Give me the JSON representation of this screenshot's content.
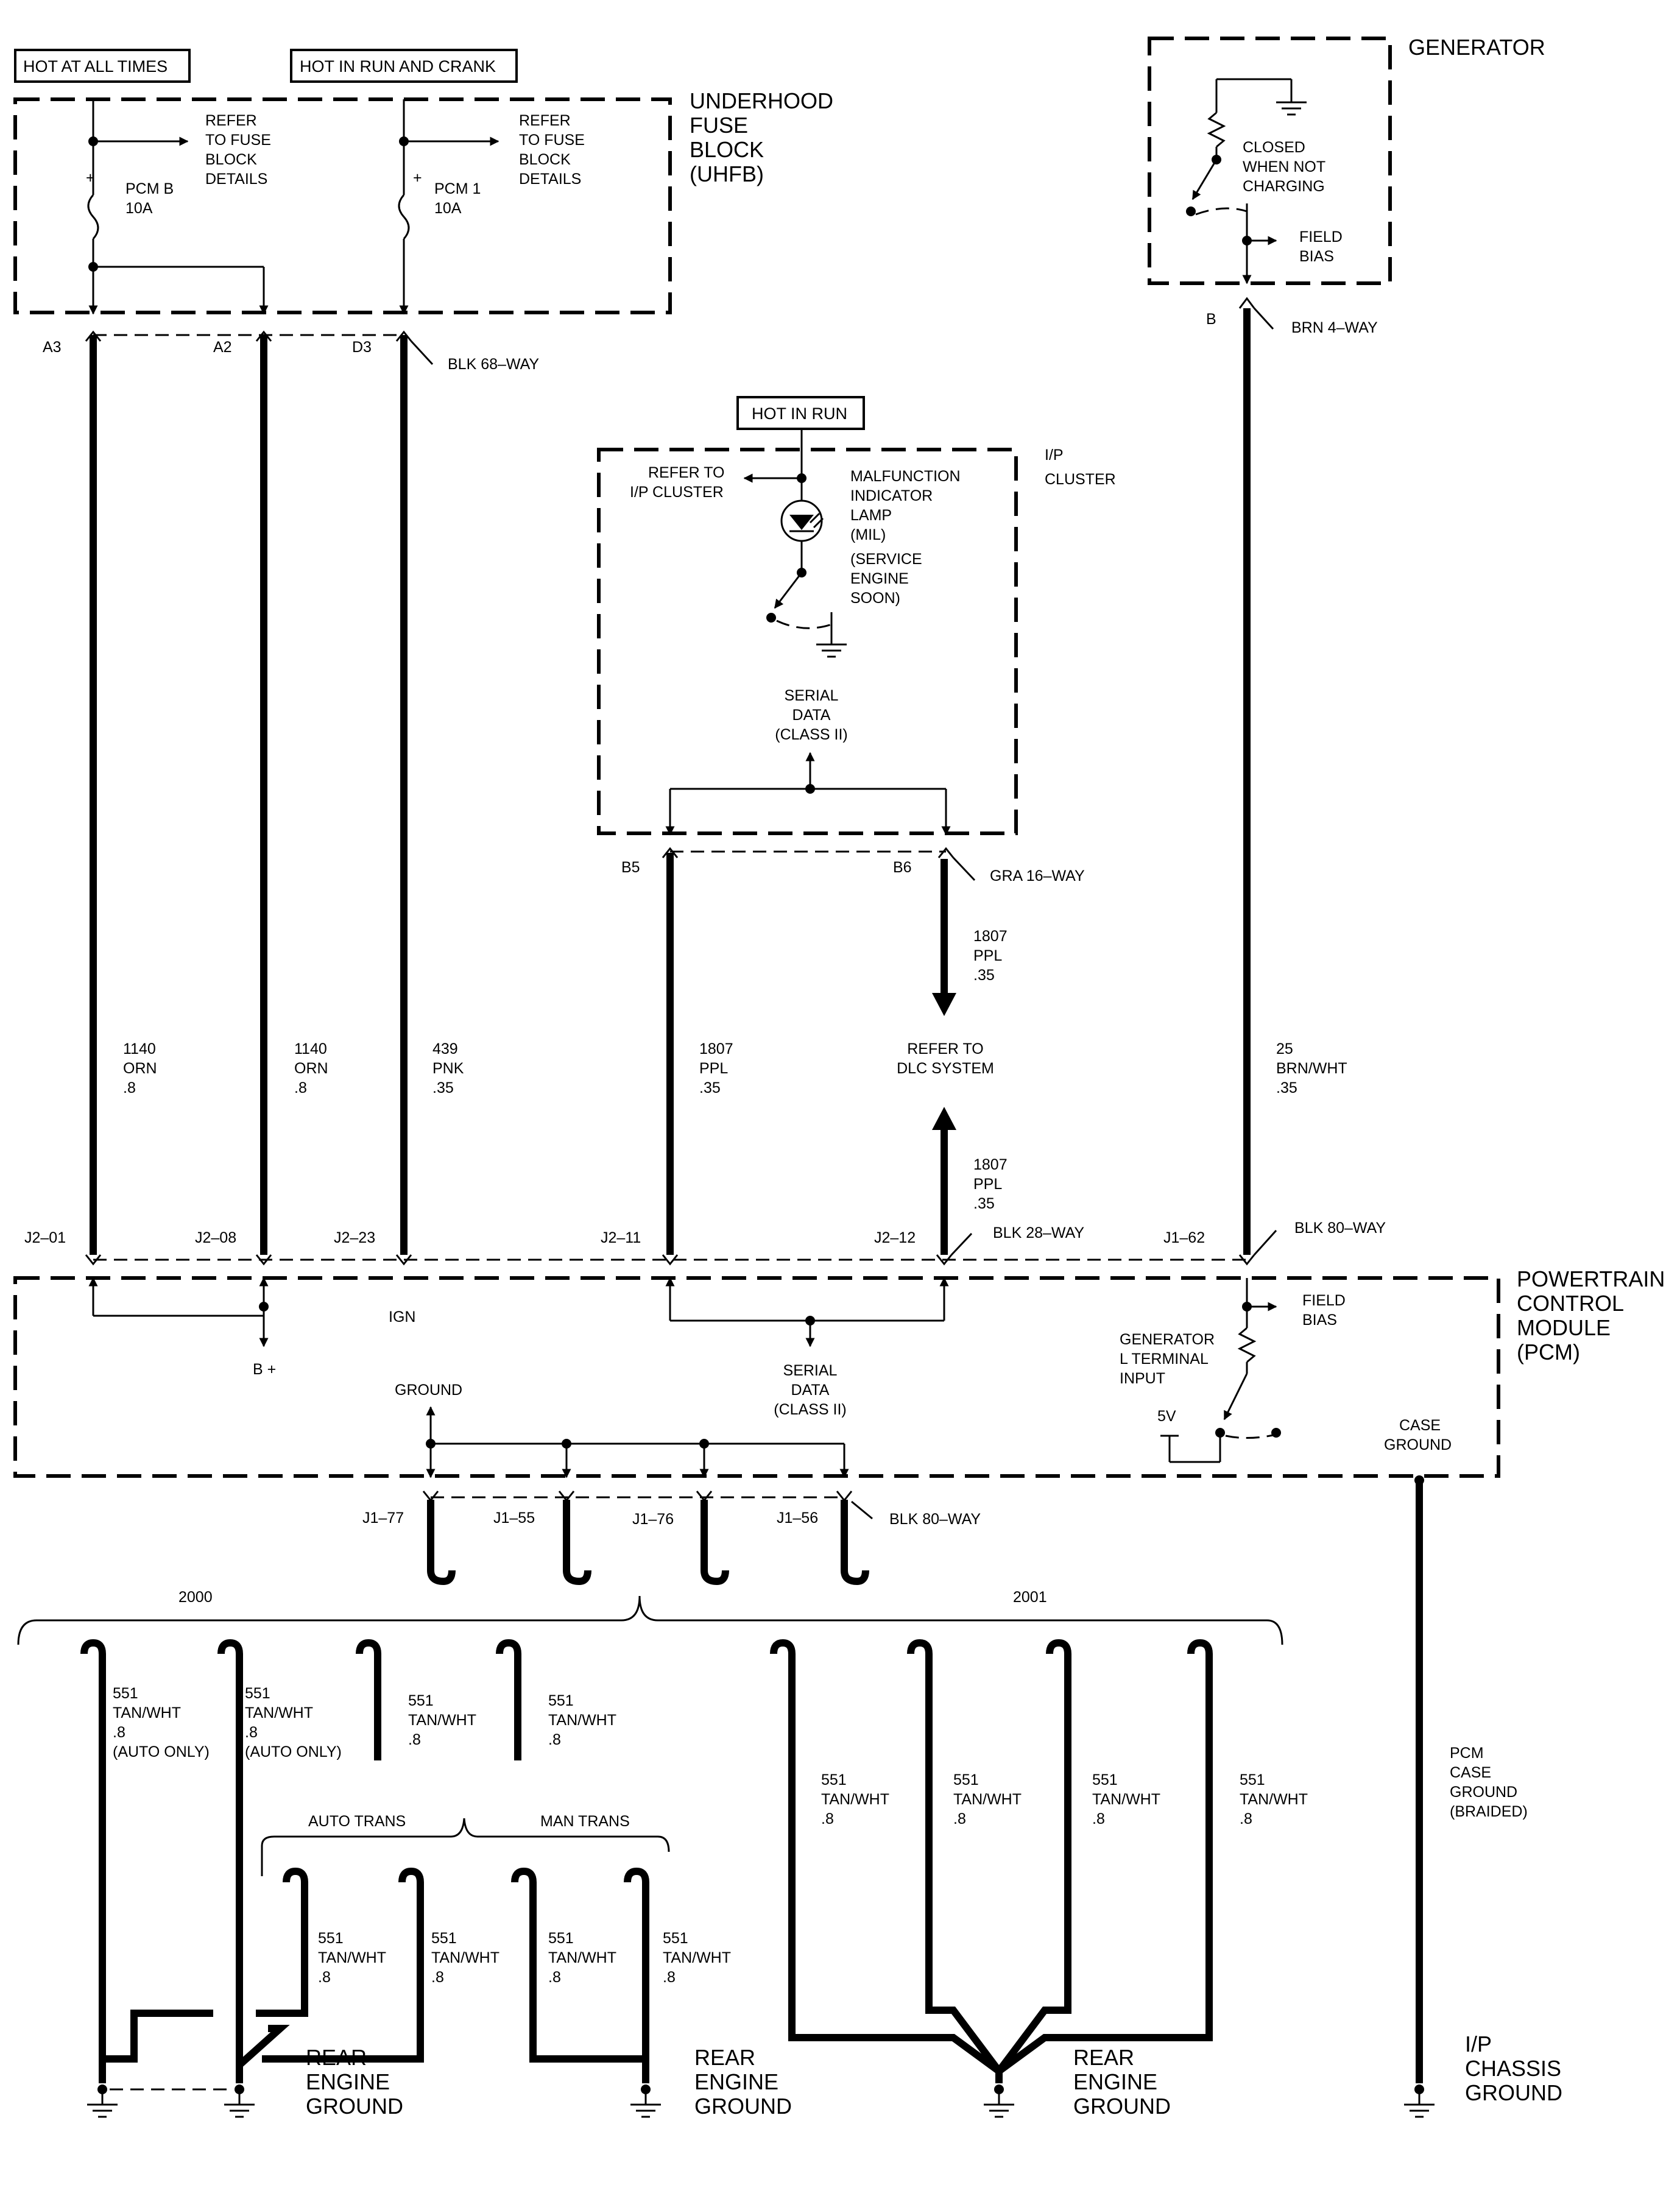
{
  "boxes": {
    "hot_always": "HOT AT ALL TIMES",
    "hot_run_crank": "HOT IN RUN AND CRANK",
    "hot_run": "HOT IN RUN"
  },
  "uhfb": {
    "title": [
      "UNDERHOOD",
      "FUSE",
      "BLOCK",
      "(UHFB)"
    ],
    "refer1": [
      "REFER",
      "TO FUSE",
      "BLOCK",
      "DETAILS"
    ],
    "refer2": [
      "REFER",
      "TO FUSE",
      "BLOCK",
      "DETAILS"
    ],
    "fuse1": [
      "PCM B",
      "10A"
    ],
    "fuse2": [
      "PCM 1",
      "10A"
    ],
    "plus": "+"
  },
  "generator": {
    "title": "GENERATOR",
    "switch_note": [
      "CLOSED",
      "WHEN NOT",
      "CHARGING"
    ],
    "field_bias": [
      "FIELD",
      "BIAS"
    ],
    "pin": "B",
    "connector": "BRN 4–WAY"
  },
  "ip_cluster": {
    "title": [
      "I/P",
      "CLUSTER"
    ],
    "refer": [
      "REFER TO",
      "I/P CLUSTER"
    ],
    "mil": [
      "MALFUNCTION",
      "INDICATOR",
      "LAMP",
      "(MIL)",
      "(SERVICE",
      "ENGINE",
      "SOON)"
    ],
    "serial": [
      "SERIAL",
      "DATA",
      "(CLASS II)"
    ],
    "pin_b5": "B5",
    "pin_b6": "B6",
    "connector": "GRA 16–WAY"
  },
  "uhfb_connector": {
    "pins": [
      "A3",
      "A2",
      "D3"
    ],
    "name": "BLK 68–WAY"
  },
  "wires": {
    "w1": [
      "1140",
      "ORN",
      ".8"
    ],
    "w2": [
      "1140",
      "ORN",
      ".8"
    ],
    "w3": [
      "439",
      "PNK",
      ".35"
    ],
    "w4": [
      "1807",
      "PPL",
      ".35"
    ],
    "w5a": [
      "1807",
      "PPL",
      ".35"
    ],
    "w5b": [
      "1807",
      "PPL",
      ".35"
    ],
    "w6": [
      "25",
      "BRN/WHT",
      ".35"
    ],
    "dlc": [
      "REFER TO",
      "DLC SYSTEM"
    ]
  },
  "pcm_pins": {
    "p1": "J2–01",
    "p2": "J2–08",
    "p3": "J2–23",
    "p4": "J2–11",
    "p5": "J2–12",
    "conn28": "BLK 28–WAY",
    "p6": "J1–62",
    "conn80": "BLK 80–WAY"
  },
  "pcm": {
    "title": [
      "POWERTRAIN",
      "CONTROL",
      "MODULE",
      "(PCM)"
    ],
    "ign": "IGN",
    "bplus": "B +",
    "serial": [
      "SERIAL",
      "DATA",
      "(CLASS II)"
    ],
    "ground": "GROUND",
    "gen_input": [
      "GENERATOR",
      "L TERMINAL",
      "INPUT"
    ],
    "field_bias": [
      "FIELD",
      "BIAS"
    ],
    "five_v": "5V",
    "case_ground": [
      "CASE",
      "GROUND"
    ]
  },
  "ground_pins": {
    "p1": "J1–77",
    "p2": "J1–55",
    "p3": "J1–76",
    "p4": "J1–56",
    "connector": "BLK 80–WAY"
  },
  "years": {
    "y2000": "2000",
    "y2001": "2001"
  },
  "trans": {
    "auto": "AUTO TRANS",
    "man": "MAN TRANS"
  },
  "ground_wires": {
    "g1": [
      "551",
      "TAN/WHT",
      ".8",
      "(AUTO ONLY)"
    ],
    "g2": [
      "551",
      "TAN/WHT",
      ".8",
      "(AUTO ONLY)"
    ],
    "g3": [
      "551",
      "TAN/WHT",
      ".8"
    ],
    "g4": [
      "551",
      "TAN/WHT",
      ".8"
    ],
    "g5": [
      "551",
      "TAN/WHT",
      ".8"
    ],
    "g6": [
      "551",
      "TAN/WHT",
      ".8"
    ],
    "g7": [
      "551",
      "TAN/WHT",
      ".8"
    ],
    "g8": [
      "551",
      "TAN/WHT",
      ".8"
    ],
    "g9": [
      "551",
      "TAN/WHT",
      ".8"
    ],
    "g10": [
      "551",
      "TAN/WHT",
      ".8"
    ],
    "g11": [
      "551",
      "TAN/WHT",
      ".8"
    ],
    "g12": [
      "551",
      "TAN/WHT",
      ".8"
    ]
  },
  "case_wire": [
    "PCM",
    "CASE",
    "GROUND",
    "(BRAIDED)"
  ],
  "grounds": {
    "rear1": [
      "REAR",
      "ENGINE",
      "GROUND"
    ],
    "rear2": [
      "REAR",
      "ENGINE",
      "GROUND"
    ],
    "rear3": [
      "REAR",
      "ENGINE",
      "GROUND"
    ],
    "ip": [
      "I/P",
      "CHASSIS",
      "GROUND"
    ]
  }
}
